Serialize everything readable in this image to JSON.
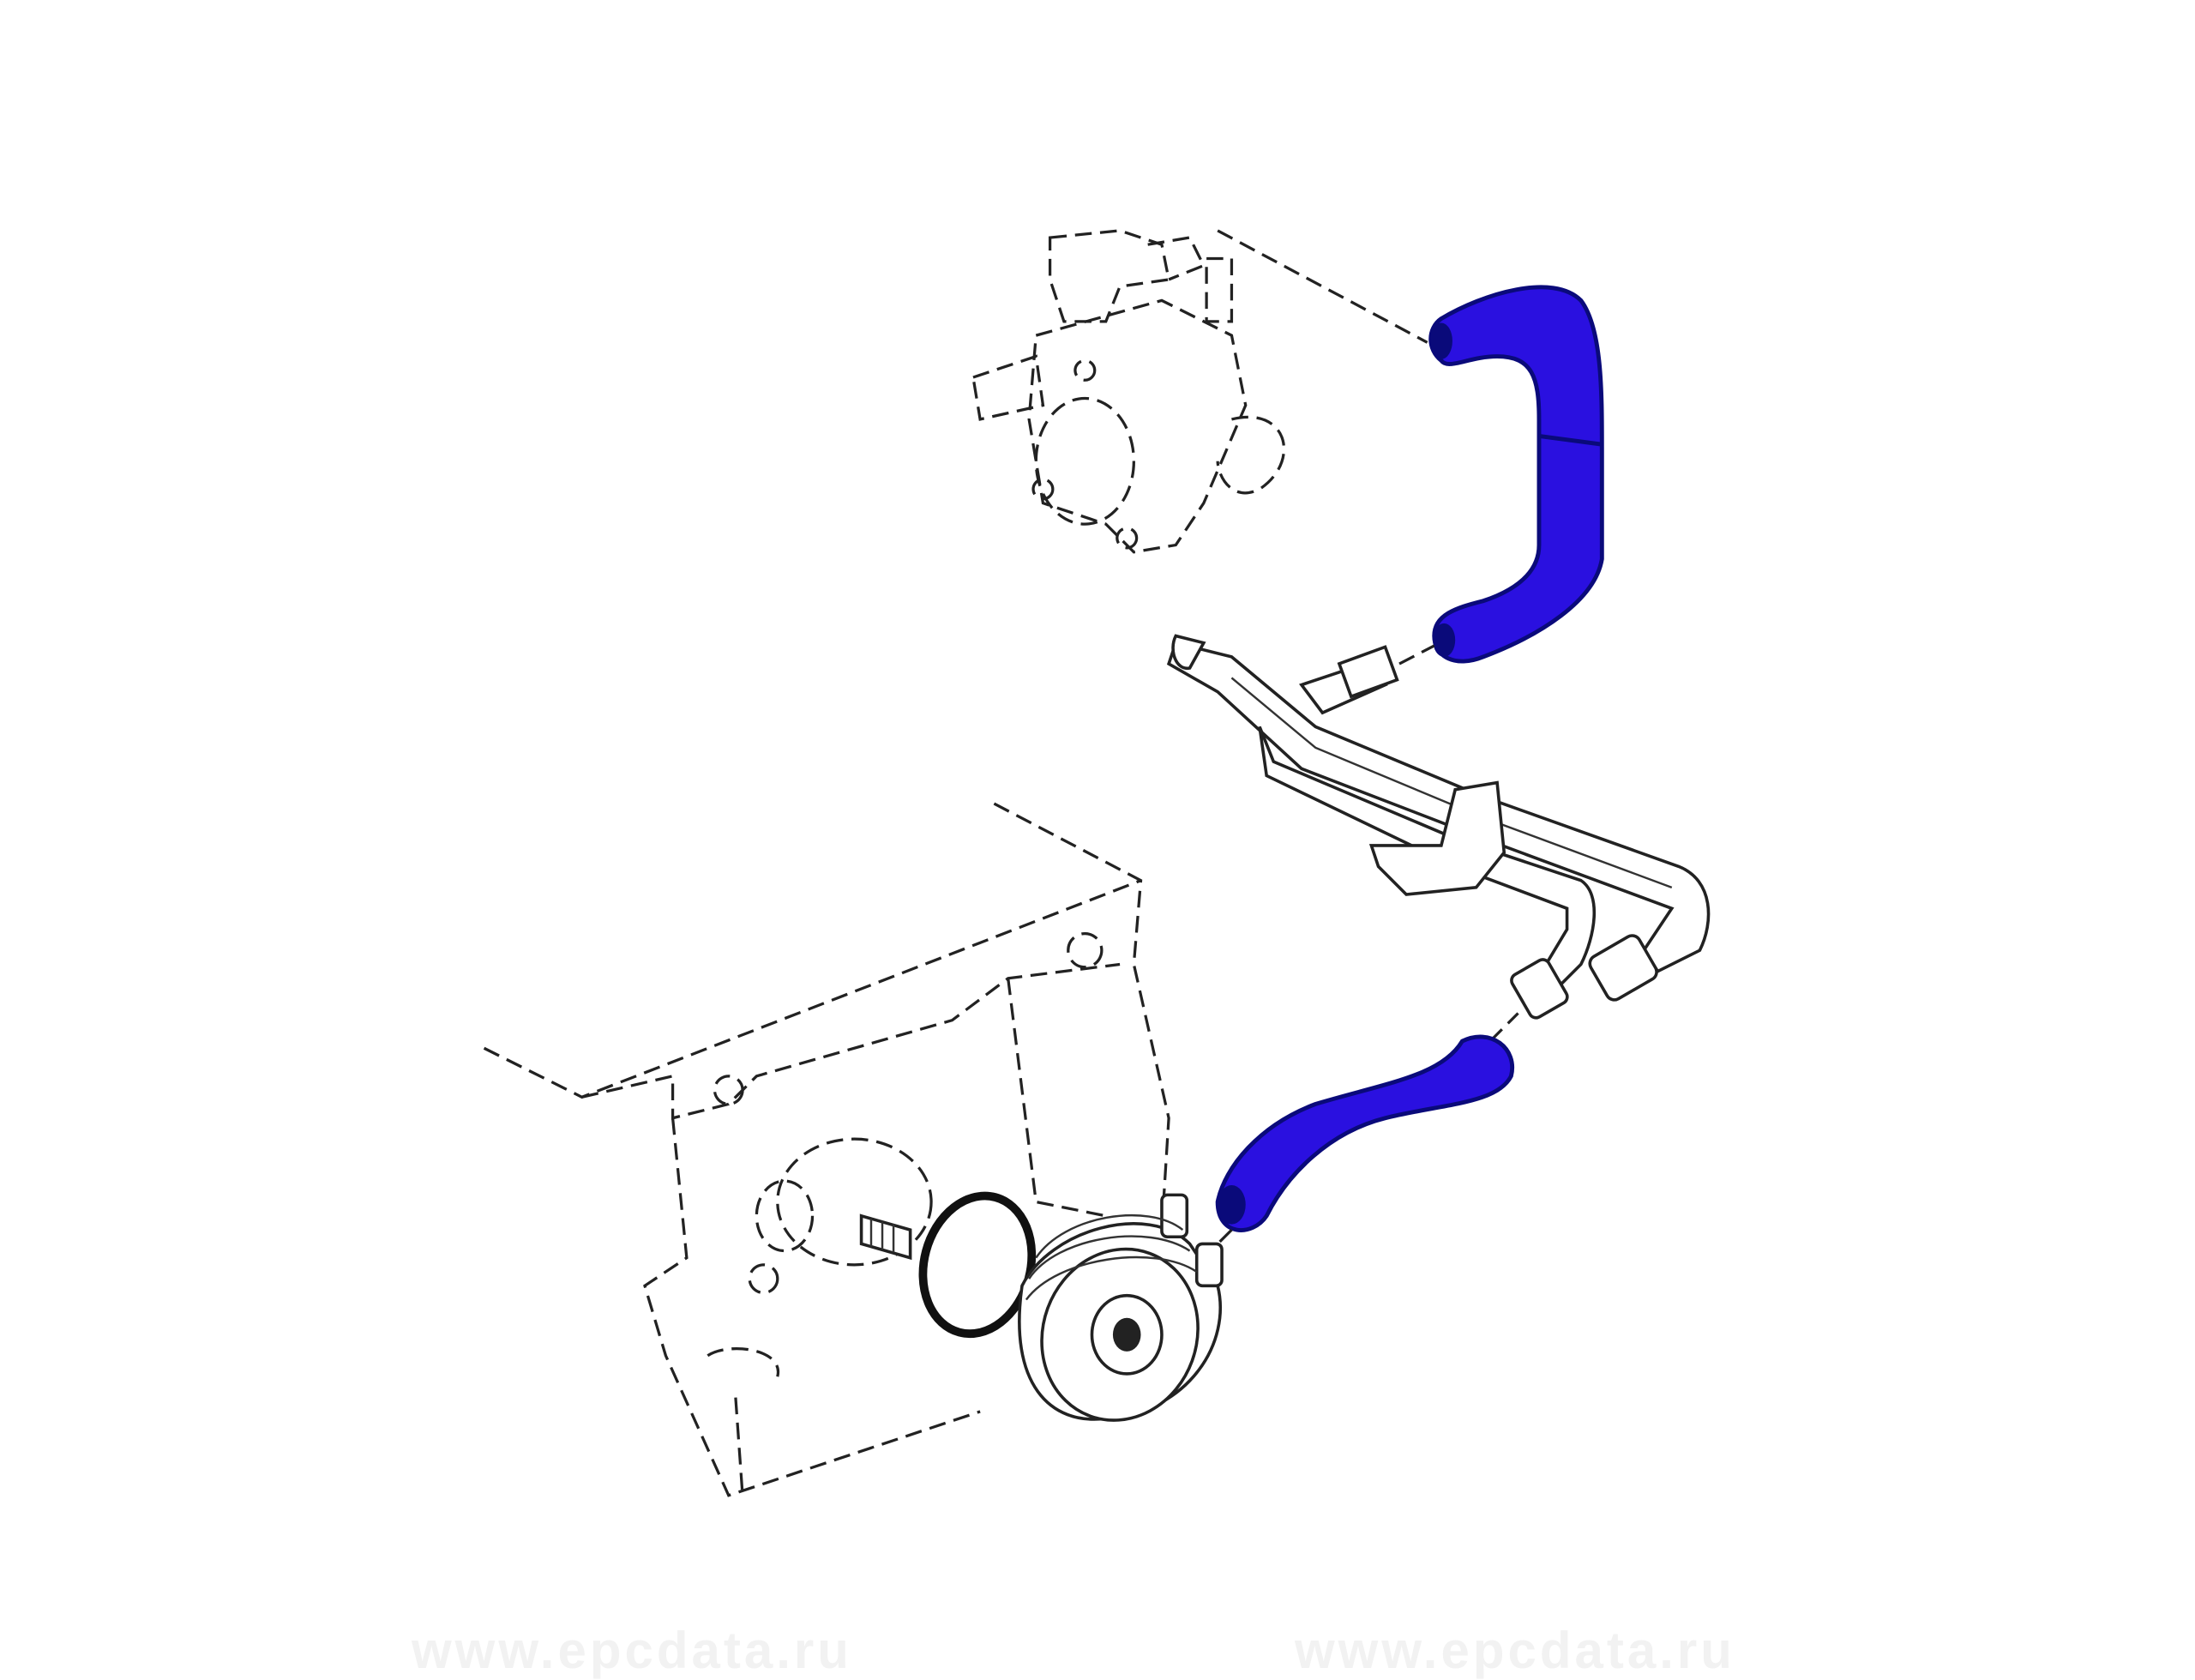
{
  "diagram": {
    "title": "Oil cooler coolant hoses",
    "hose_color": "#2a10e0",
    "parts": [
      "thermostat-housing",
      "upper-coolant-hose",
      "coolant-pipe-assembly",
      "lower-coolant-hose",
      "oil-cooler",
      "o-ring",
      "engine-block"
    ]
  },
  "watermark": {
    "text_left": "www.epcdata.ru",
    "text_right": "www.epcdata.ru"
  }
}
